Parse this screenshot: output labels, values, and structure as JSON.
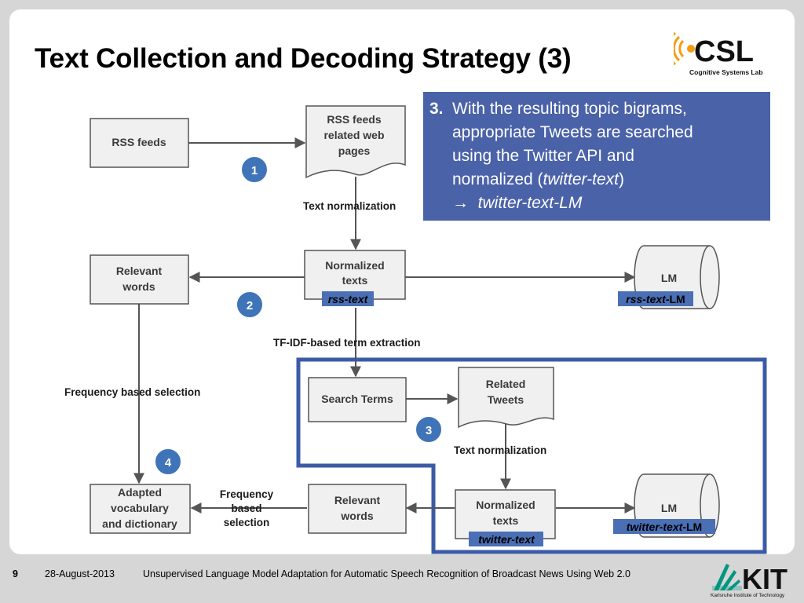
{
  "slide": {
    "title": "Text Collection and Decoding Strategy (3)",
    "logo_text": "CSL",
    "logo_subtitle": "Cognitive Systems Lab"
  },
  "callout": {
    "number": "3.",
    "line_1": "With the resulting topic bigrams,",
    "line_2": "appropriate Tweets are searched",
    "line_3": "using the Twitter API and",
    "line_4_prefix": "normalized (",
    "line_4_italic": "twitter-text",
    "line_4_suffix": ")",
    "arrow_glyph": "→",
    "line_5_italic": "twitter-text-LM"
  },
  "diagram": {
    "boxes": {
      "rss_feeds": [
        "RSS feeds"
      ],
      "rss_pages": [
        "RSS feeds",
        "related web",
        "pages"
      ],
      "relevant_words_1": [
        "Relevant",
        "words"
      ],
      "normalized_texts_1": [
        "Normalized",
        "texts"
      ],
      "lm_1": [
        "LM"
      ],
      "search_terms": [
        "Search Terms"
      ],
      "related_tweets": [
        "Related",
        "Tweets"
      ],
      "adapted_vocab": [
        "Adapted",
        "vocabulary",
        "and dictionary"
      ],
      "relevant_words_2": [
        "Relevant",
        "words"
      ],
      "normalized_texts_2": [
        "Normalized",
        "texts"
      ],
      "lm_2": [
        "LM"
      ]
    },
    "edge_labels": {
      "text_normalization_1": "Text normalization",
      "tfidf": "TF-IDF-based term extraction",
      "frequency_selection": "Frequency based selection",
      "text_normalization_2": "Text normalization",
      "frequency_based": [
        "Frequency",
        "based",
        "selection"
      ]
    },
    "tags": {
      "rss_text": "rss-text",
      "rss_text_lm_italic": "rss-text",
      "rss_text_lm_suffix": "-LM",
      "twitter_text": "twitter-text",
      "twitter_text_lm_italic": "twitter-text",
      "twitter_text_lm_suffix": "-LM"
    },
    "step_markers": [
      "1",
      "2",
      "3",
      "4"
    ],
    "colors": {
      "box_fill": "#f0f0f0",
      "box_stroke": "#555555",
      "marker_fill": "#3f74b8",
      "tag_fill": "#4a6fb5",
      "highlight_border": "#3b5ba6",
      "callout_bg": "#4a62a8"
    }
  },
  "footer": {
    "page": "9",
    "date": "28-August-2013",
    "title": "Unsupervised Language Model Adaptation for Automatic Speech Recognition of Broadcast News Using Web 2.0",
    "logo_text": "KIT",
    "logo_subtitle": "Karlsruhe Institute of Technology"
  }
}
